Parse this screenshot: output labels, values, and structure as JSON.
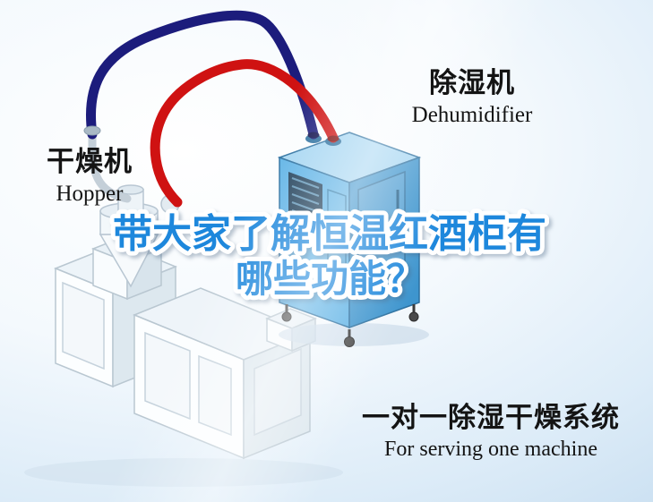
{
  "title": {
    "line1": "带大家了解恒温红酒柜有",
    "line2": "哪些功能？"
  },
  "labels": {
    "dehumidifier_zh": "除湿机",
    "dehumidifier_en": "Dehumidifier",
    "hopper_zh": "干燥机",
    "hopper_en": "Hopper",
    "system_zh": "一对一除湿干燥系统",
    "system_en": "For serving one machine"
  },
  "colors": {
    "title_blue": "#1d87dc",
    "pipe_red": "#cf1212",
    "pipe_navy": "#1c1c7c",
    "dehumidifier_front": "#5fb3e6",
    "dehumidifier_side": "#3e95ce",
    "dehumidifier_top": "#a6d6f2",
    "machine_body": "#fcfeff"
  }
}
